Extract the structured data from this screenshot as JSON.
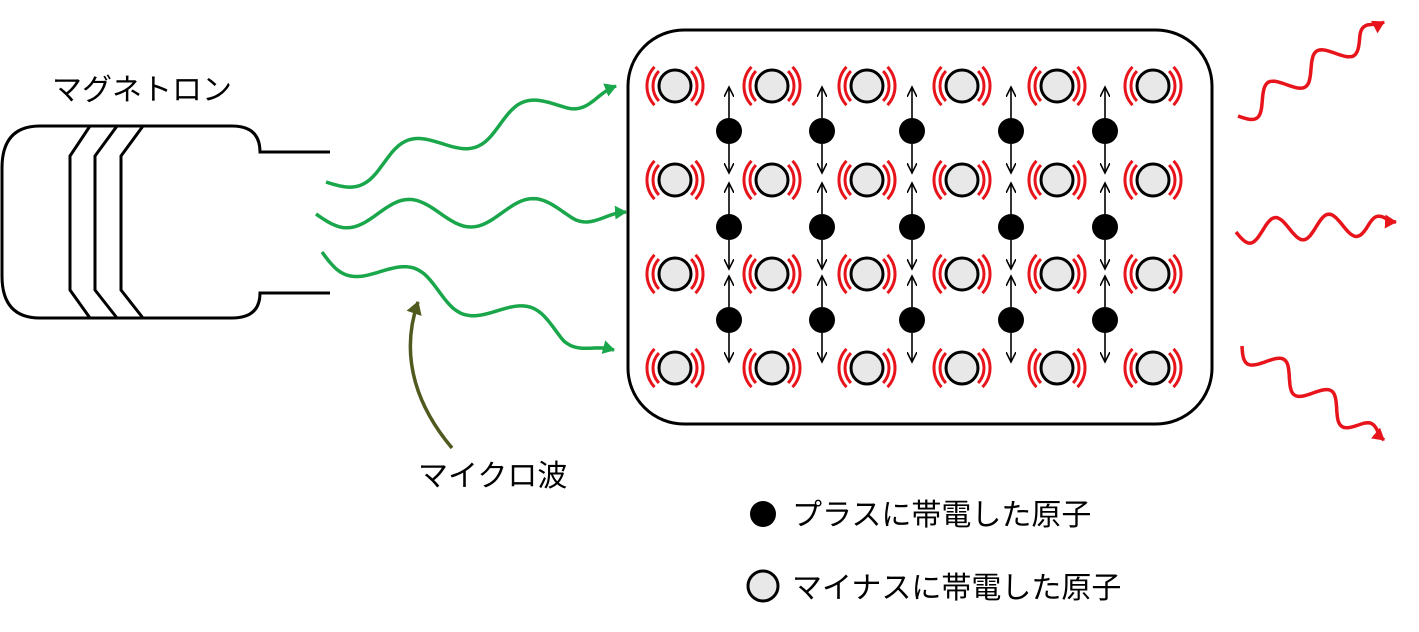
{
  "labels": {
    "magnetron": "マグネトロン",
    "microwave": "マイクロ波",
    "legend_positive": "プラスに帯電した原子",
    "legend_negative": "マイナスに帯電した原子"
  },
  "lattice": {
    "negative_atom_rows": 4,
    "negative_atom_cols": 6,
    "positive_atom_rows": 3,
    "positive_atom_cols": 5
  },
  "colors": {
    "microwave": "#1aa64a",
    "heat_wave": "#e8141b",
    "vibration_mark": "#e8141b",
    "pointer_arrow": "#4f5a1f",
    "negative_atom_fill": "#e8e8e8",
    "positive_atom_fill": "#000000"
  }
}
